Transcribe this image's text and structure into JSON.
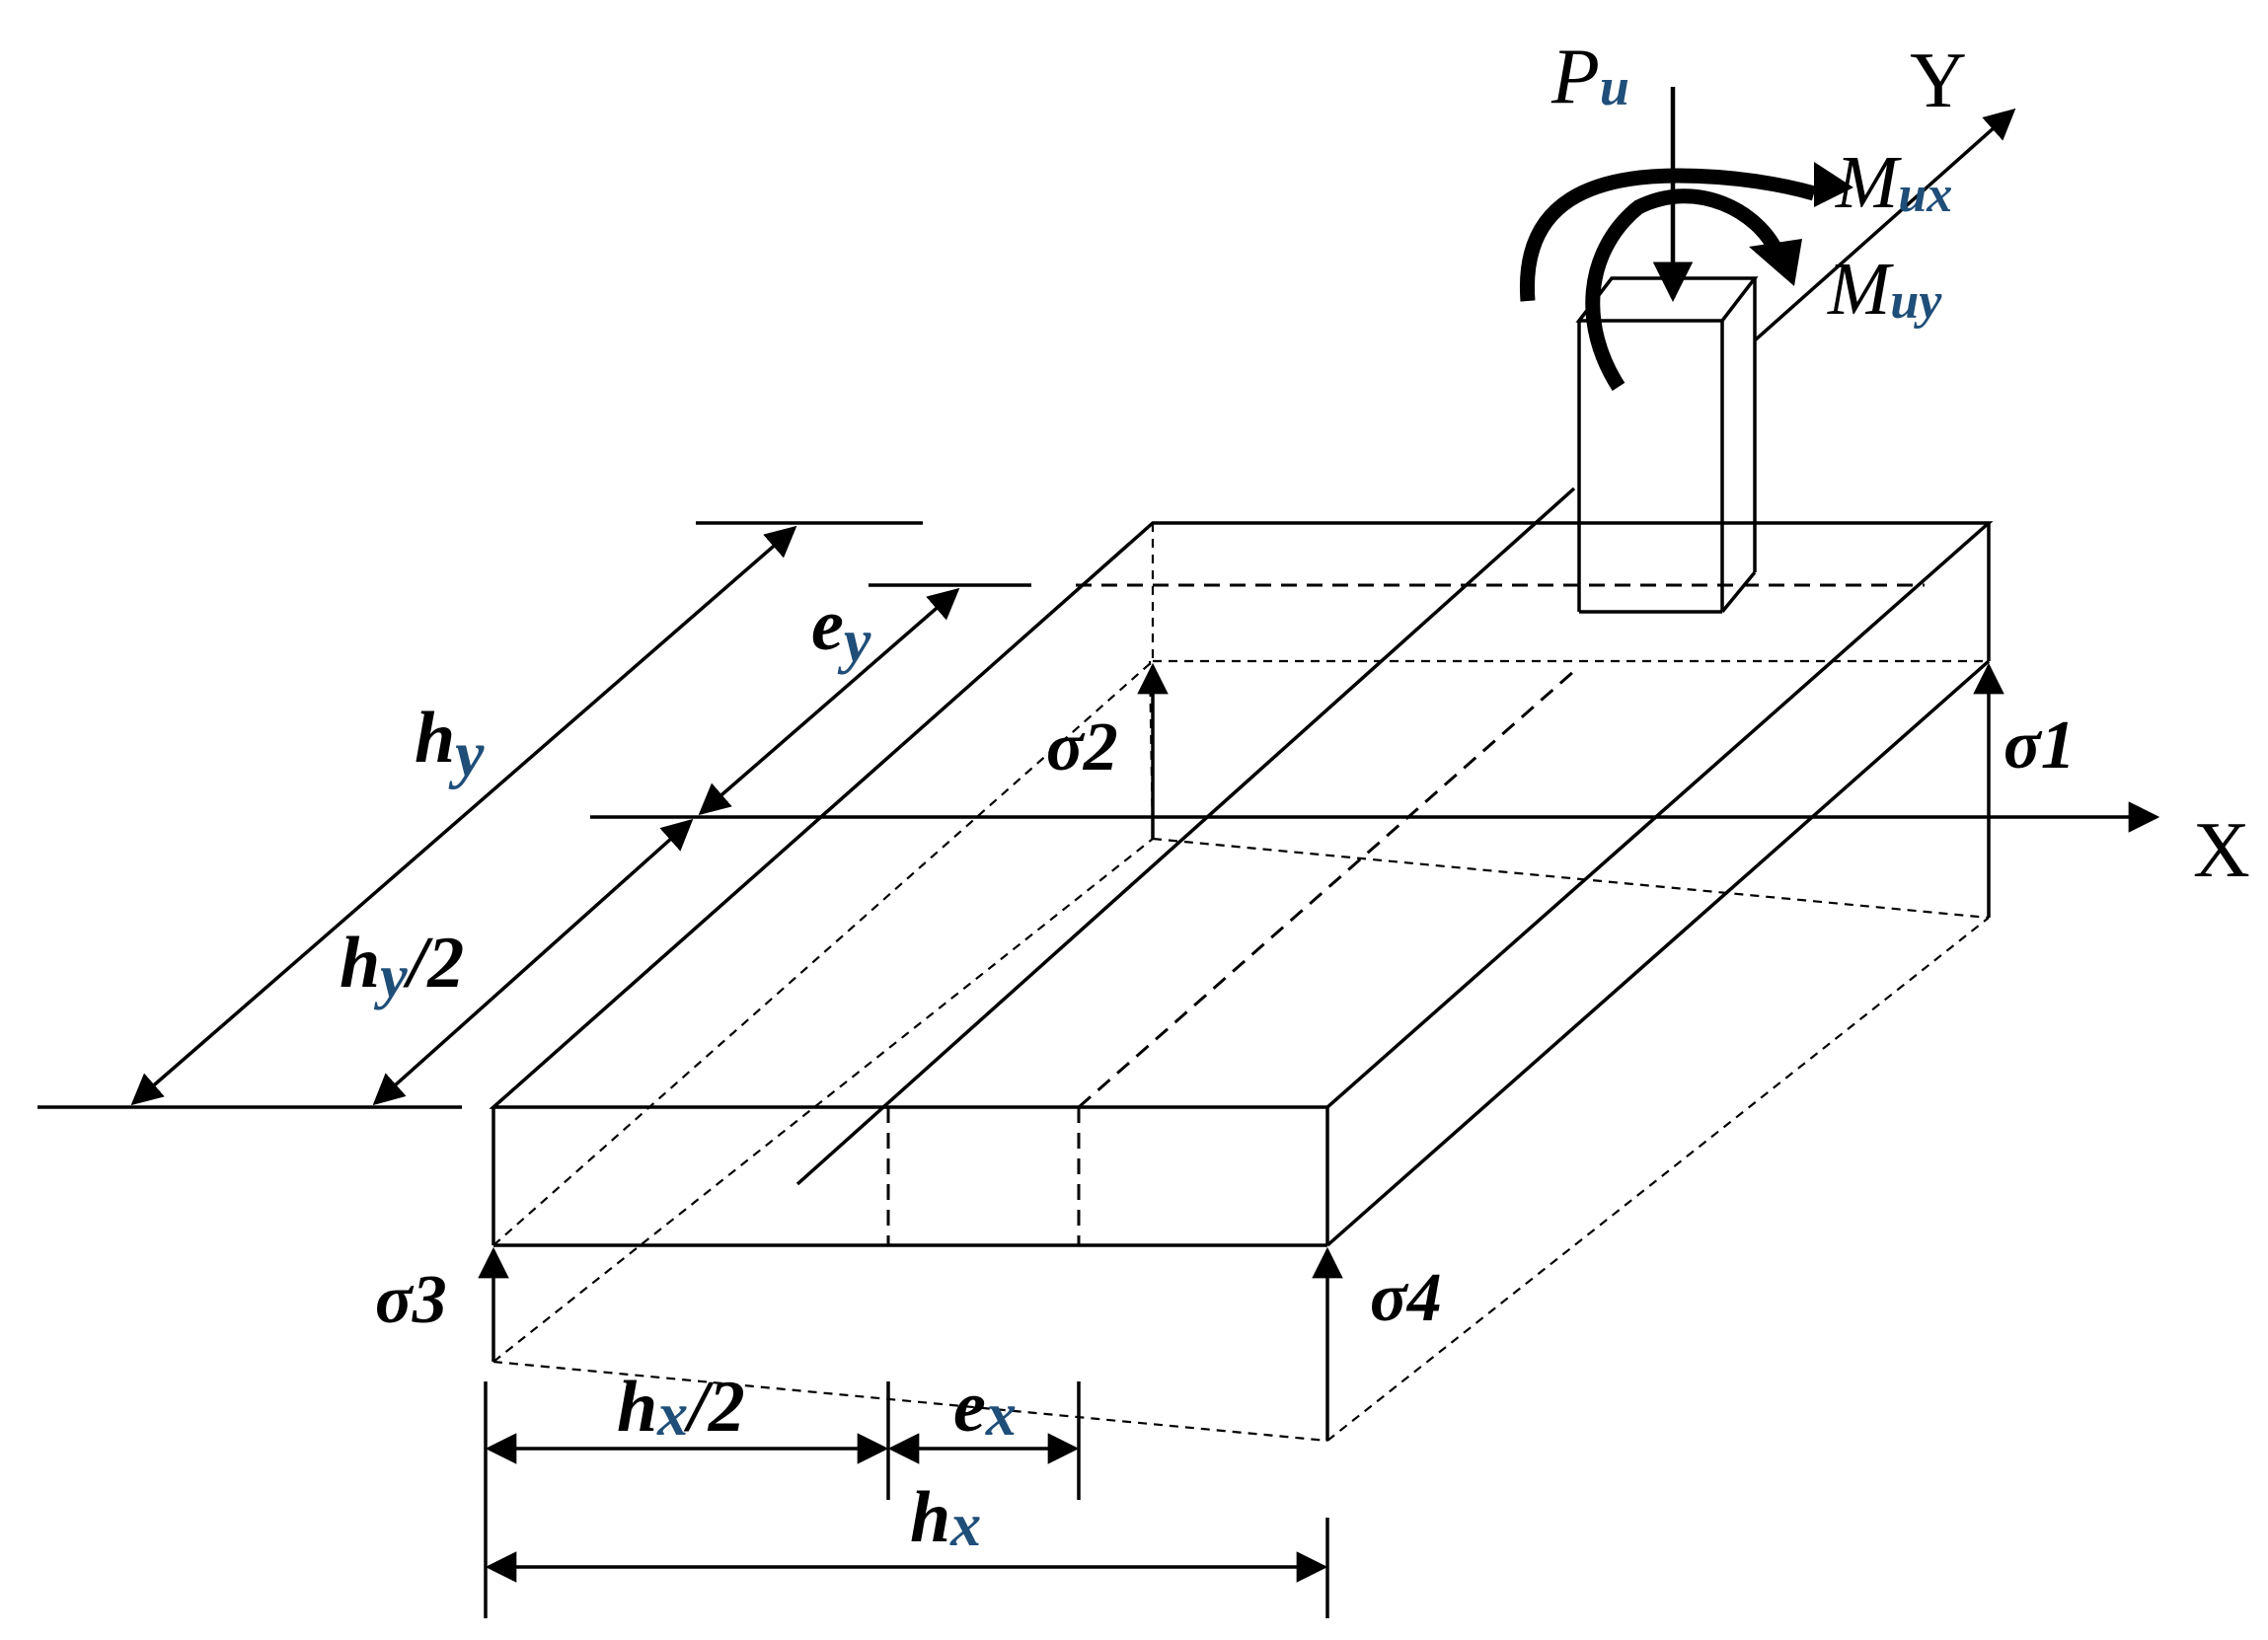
{
  "labels": {
    "pu_main": "P",
    "pu_sub": "u",
    "axis_y": "Y",
    "axis_x": "X",
    "mux_main": "M",
    "mux_sub": "ux",
    "muy_main": "M",
    "muy_sub": "uy",
    "hy_main": "h",
    "hy_sub": "y",
    "ey_main": "e",
    "ey_sub": "y",
    "hy_half_main": "h",
    "hy_half_sub": "y",
    "hy_half_tail": "/2",
    "hx_half_main": "h",
    "hx_half_sub": "x",
    "hx_half_tail": "/2",
    "ex_main": "e",
    "ex_sub": "x",
    "hx_main": "h",
    "hx_sub": "x",
    "sigma1": "σ1",
    "sigma2": "σ2",
    "sigma3": "σ3",
    "sigma4": "σ4"
  },
  "colors": {
    "line": "#000000",
    "subscript": "#1f4e79",
    "background": "#ffffff"
  }
}
